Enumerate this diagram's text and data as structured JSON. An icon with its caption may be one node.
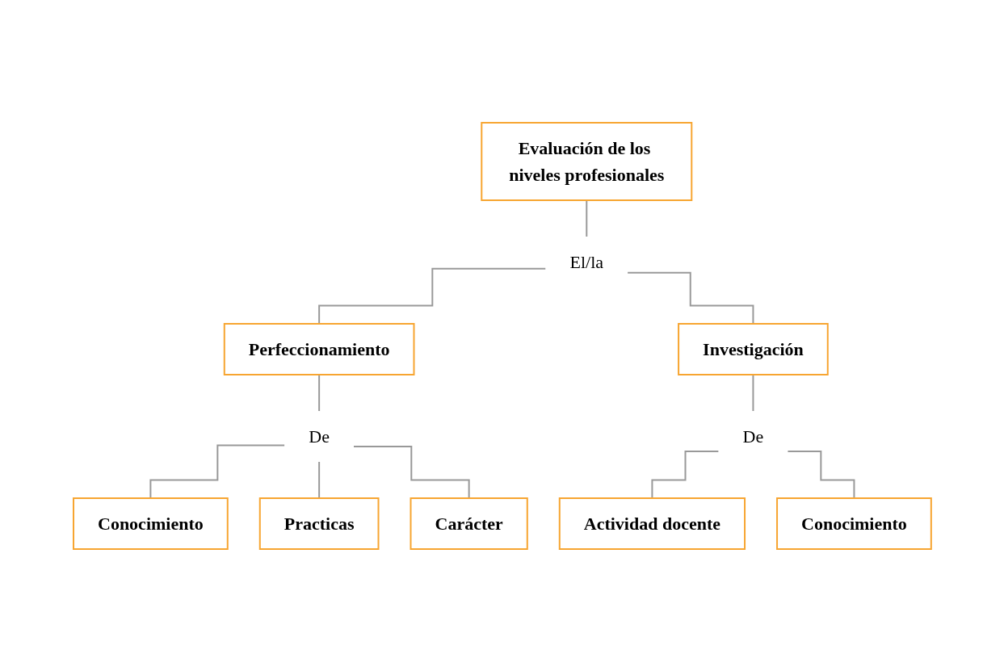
{
  "diagram": {
    "nodes": [
      {
        "text": [
          "Evaluación de los niveles profesionales"
        ]
      },
      {
        "text": [
          "El/la"
        ]
      },
      {
        "text": [
          "Perfeccionamiento"
        ]
      },
      {
        "text": [
          "Investigación"
        ]
      },
      {
        "text": [
          "De"
        ]
      },
      {
        "text": [
          "De"
        ]
      },
      {
        "text": [
          "Conocimiento"
        ]
      },
      {
        "text": [
          "Practicas"
        ]
      },
      {
        "text": [
          "Carácter"
        ]
      },
      {
        "text": [
          "Actividad docente"
        ]
      },
      {
        "text": [
          "Conocimiento"
        ]
      }
    ],
    "edges": [
      {
        "from": 0,
        "to": 1,
        "arrow": "none"
      },
      {
        "from": 1,
        "to": 2,
        "arrow": "none"
      },
      {
        "from": 1,
        "to": 3,
        "arrow": "none"
      },
      {
        "from": 2,
        "to": 4,
        "arrow": "none"
      },
      {
        "from": 4,
        "to": 6,
        "arrow": "none"
      },
      {
        "from": 4,
        "to": 7,
        "arrow": "none"
      },
      {
        "from": 4,
        "to": 8,
        "arrow": "none"
      },
      {
        "from": 3,
        "to": 5,
        "arrow": "none"
      },
      {
        "from": 5,
        "to": 9,
        "arrow": "none"
      },
      {
        "from": 5,
        "to": 10,
        "arrow": "none"
      }
    ]
  }
}
